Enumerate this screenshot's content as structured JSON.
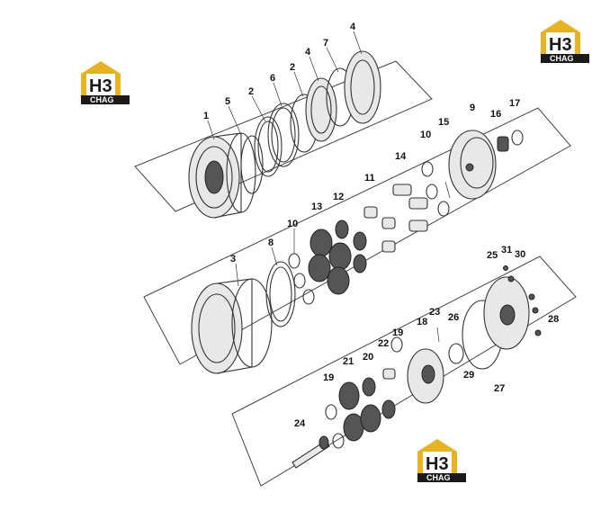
{
  "logo": {
    "mark": "H3",
    "caption": "CHAG",
    "gold": "#E8B320",
    "ink": "#1a1a1a"
  },
  "callouts": [
    "1",
    "2",
    "2",
    "3",
    "4",
    "4",
    "5",
    "6",
    "7",
    "8",
    "9",
    "10",
    "10",
    "11",
    "12",
    "13",
    "14",
    "15",
    "16",
    "17",
    "18",
    "19",
    "19",
    "20",
    "21",
    "22",
    "23",
    "24",
    "25",
    "26",
    "27",
    "28",
    "29",
    "30",
    "31"
  ],
  "icons": {
    "logo": "h3-chag-logo-icon"
  }
}
